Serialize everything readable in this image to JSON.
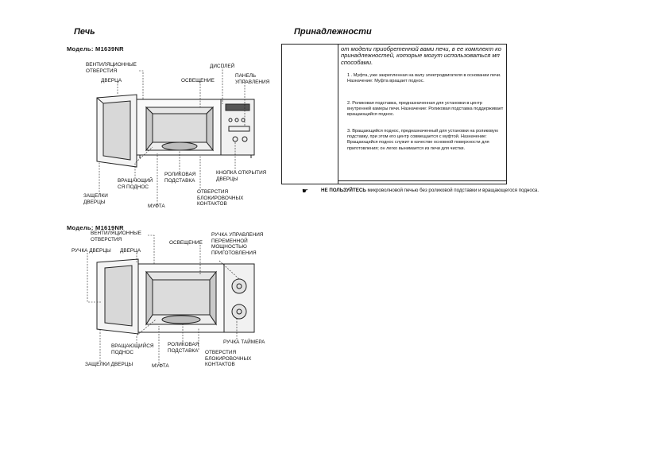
{
  "left": {
    "heading": "Печь",
    "model1": "Модель: M1639NR",
    "model2": "Модель: M1619NR",
    "labels1": {
      "vents": "ВЕНТИЛЯЦИОННЫЕ ОТВЕРСТИЯ",
      "door": "ДВЕРЦА",
      "display": "ДИСПЛЕЙ",
      "light": "ОСВЕЩЕНИЕ",
      "panel": "ПАНЕЛЬ УПРАВЛЕНИЯ",
      "turntable": "ВРАЩАЮЩИЙ СЯ ПОДНОС",
      "roller": "РОЛИКОВАЯ ПОДСТАВКА",
      "open_button": "КНОПКА ОТКРЫТИЯ ДВЕРЦЫ",
      "latches": "ЗАЩЕЛКИ ДВЕРЦЫ",
      "lock_holes": "ОТВЕРСТИЯ БЛОКИРОВОЧНЫХ КОНТАКТОВ",
      "coupler": "МУФТА"
    },
    "labels2": {
      "vents": "ВЕНТИЛЯЦИОННЫЕ ОТВЕРСТИЯ",
      "handle": "РУЧКА ДВЕРЦЫ",
      "door": "ДВЕРЦА",
      "light": "ОСВЕЩЕНИЕ",
      "power_knob": "РУЧКА УПРАВЛЕНИЯ ПЕРЕМЕННОЙ МОЩНОСТЬЮ ПРИГОТОВЛЕНИЯ",
      "turntable": "ВРАЩАЮЩИЙСЯ ПОДНОС",
      "roller": "РОЛИКОВАЯ ПОДСТАВКА",
      "timer": "РУЧКА ТАЙМЕРА",
      "latches": "ЗАЩЕЛКИ ДВЕРЦЫ",
      "coupler": "МУФТА",
      "lock_holes": "ОТВЕРСТИЯ БЛОКИРОВОЧНЫХ КОНТАКТОВ"
    }
  },
  "right": {
    "heading": "Принадлежности",
    "intro": "от модели приобретенной вами печи, в ее комплект ко принадлежностей, которые могут использоваться мп способами.",
    "items": [
      "1 . Муфта, уже закрепленная на валу электродвигателя в основании печи. Назначение: Муфта вращает поднос.",
      "2. Роликовая подставка, предназначенная для установки в центр внутренней камеры печи. Назначение: Роликовая подставка поддерживает вращающийся поднос.",
      "3. Вращающийся поднос, предназначенный для установки на роликовую подставку, при этом его центр совмещается с муфтой. Назначение: Вращающийся поднос служит в качестве основной поверхности для приготовления; он легко вынимается из печи для чистки."
    ],
    "note_bold": "НЕ ПОЛЬЗУЙТЕСЬ",
    "note_text": " микроволновой печью без роликовой подставки и вращающегося подноса.",
    "hand_icon": "hand-pointing-icon"
  }
}
